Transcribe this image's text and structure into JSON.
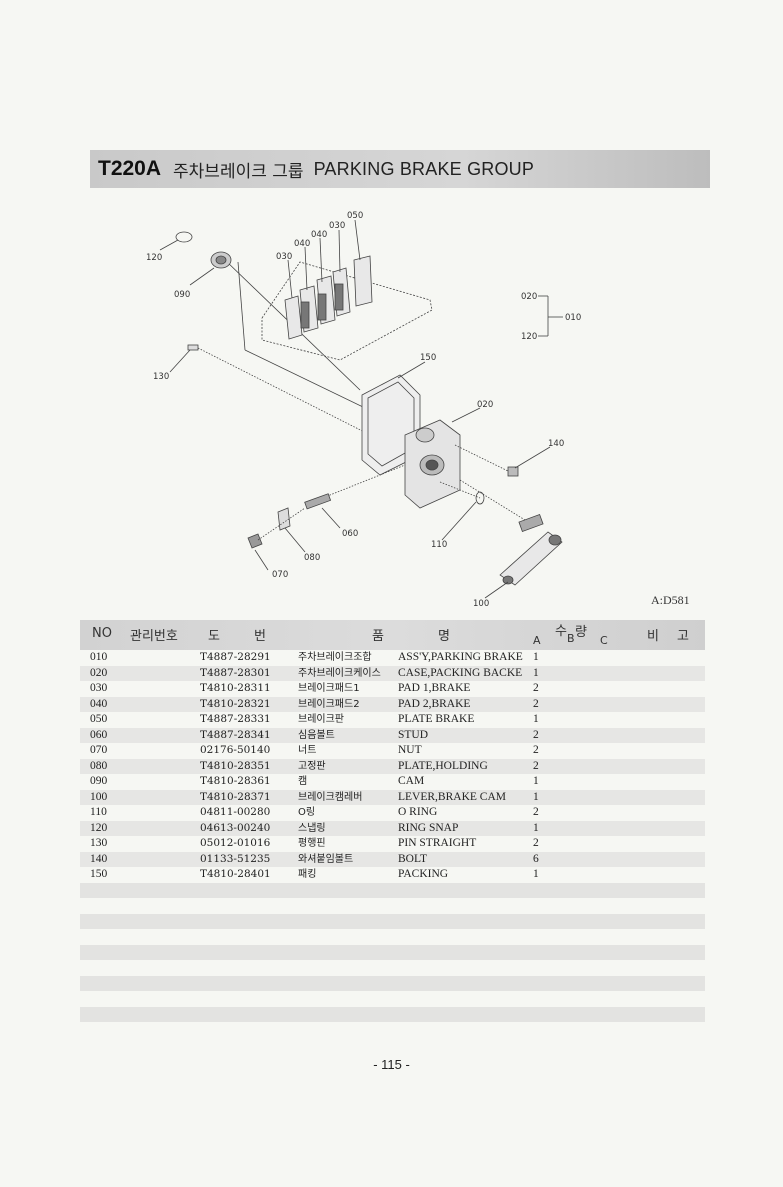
{
  "title": {
    "code": "T220A",
    "korean": "주차브레이크 그룹",
    "english": "PARKING BRAKE GROUP"
  },
  "diagram": {
    "callouts": [
      "010",
      "020",
      "030",
      "040",
      "050",
      "060",
      "070",
      "080",
      "090",
      "100",
      "110",
      "120",
      "130",
      "140",
      "150"
    ],
    "callout_labels": {
      "l120": "120",
      "l090": "090",
      "l030": "030",
      "l040a": "040",
      "l040b": "040",
      "l030b": "030",
      "l050": "050",
      "l130": "130",
      "l150": "150",
      "l020": "020",
      "l140": "140",
      "l060": "060",
      "l080": "080",
      "l070": "070",
      "l110": "110",
      "l100": "100",
      "k020": "020",
      "k010": "010",
      "k120": "120"
    },
    "reference": "A:D581"
  },
  "table": {
    "headers": {
      "no": "NO",
      "mgmt": "관리번호",
      "drawing": "도",
      "drawing2": "번",
      "name": "품",
      "name2": "명",
      "qty": "수",
      "qty2": "량",
      "colA": "A",
      "colB": "B",
      "colC": "C",
      "remarks": "비",
      "remarks2": "고"
    },
    "rows": [
      {
        "no": "010",
        "pn": "T4887-28291",
        "ko": "주차브레이크조합",
        "en": "ASS'Y,PARKING BRAKE",
        "a": "1"
      },
      {
        "no": "020",
        "pn": "T4887-28301",
        "ko": "주차브레이크케이스",
        "en": "CASE,PACKING BACKE",
        "a": "1"
      },
      {
        "no": "030",
        "pn": "T4810-28311",
        "ko": "브레이크패드1",
        "en": "PAD 1,BRAKE",
        "a": "2"
      },
      {
        "no": "040",
        "pn": "T4810-28321",
        "ko": "브레이크패드2",
        "en": "PAD 2,BRAKE",
        "a": "2"
      },
      {
        "no": "050",
        "pn": "T4887-28331",
        "ko": "브레이크판",
        "en": "PLATE BRAKE",
        "a": "1"
      },
      {
        "no": "060",
        "pn": "T4887-28341",
        "ko": "심음볼트",
        "en": "STUD",
        "a": "2"
      },
      {
        "no": "070",
        "pn": "02176-50140",
        "ko": "너트",
        "en": "NUT",
        "a": "2"
      },
      {
        "no": "080",
        "pn": "T4810-28351",
        "ko": "고정판",
        "en": "PLATE,HOLDING",
        "a": "2"
      },
      {
        "no": "090",
        "pn": "T4810-28361",
        "ko": "캠",
        "en": "CAM",
        "a": "1"
      },
      {
        "no": "100",
        "pn": "T4810-28371",
        "ko": "브레이크캠레버",
        "en": "LEVER,BRAKE CAM",
        "a": "1"
      },
      {
        "no": "110",
        "pn": "04811-00280",
        "ko": "O링",
        "en": "O RING",
        "a": "2"
      },
      {
        "no": "120",
        "pn": "04613-00240",
        "ko": "스냅링",
        "en": "RING SNAP",
        "a": "1"
      },
      {
        "no": "130",
        "pn": "05012-01016",
        "ko": "평행핀",
        "en": "PIN STRAIGHT",
        "a": "2"
      },
      {
        "no": "140",
        "pn": "01133-51235",
        "ko": "와셔붙임볼트",
        "en": "BOLT",
        "a": "6"
      },
      {
        "no": "150",
        "pn": "T4810-28401",
        "ko": "패킹",
        "en": "PACKING",
        "a": "1"
      }
    ]
  },
  "page": {
    "number": "- 115 -"
  }
}
